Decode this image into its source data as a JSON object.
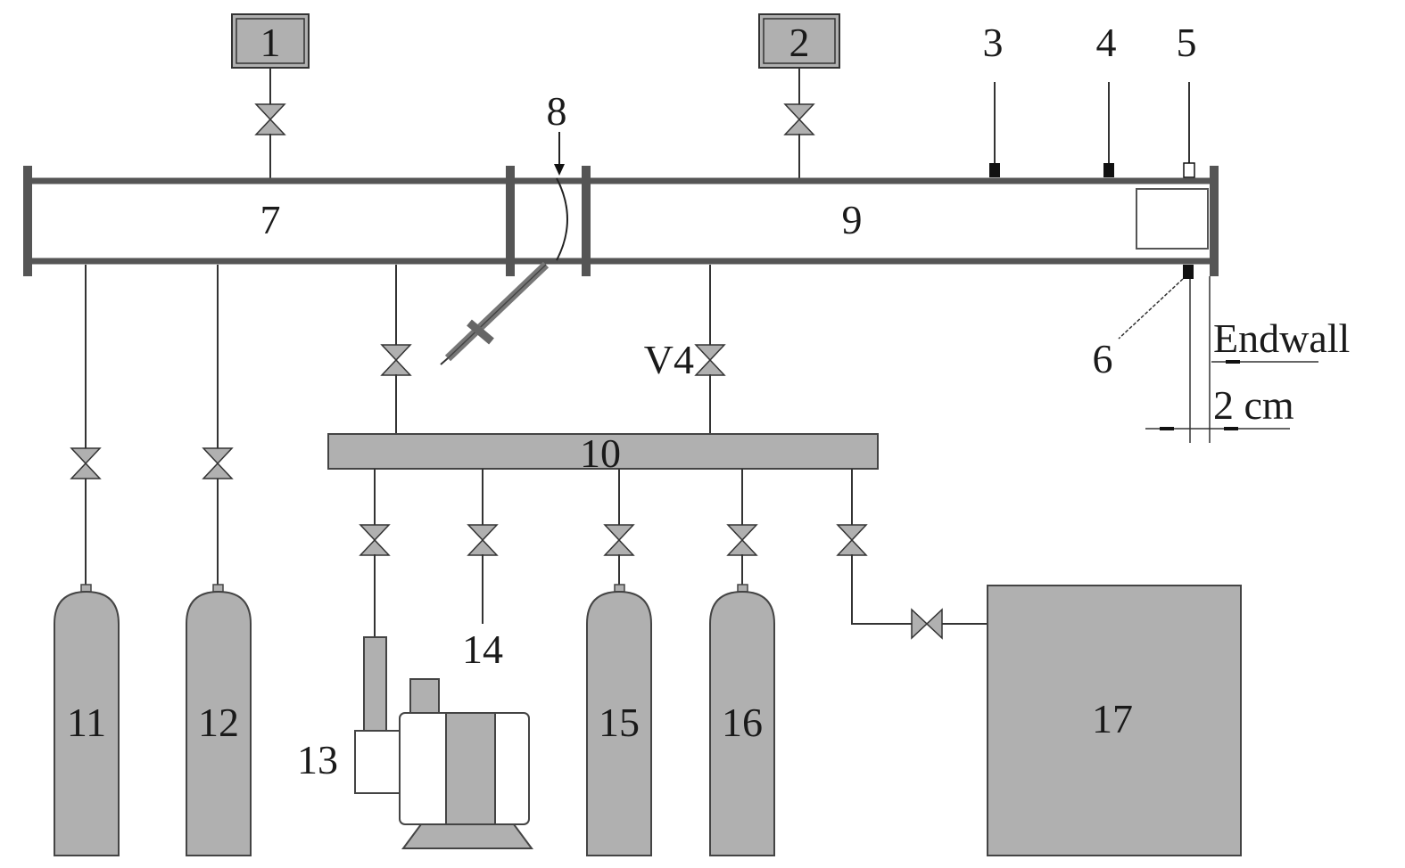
{
  "labels": {
    "c1": "1",
    "c2": "2",
    "c3": "3",
    "c4": "4",
    "c5": "5",
    "c6": "6",
    "c7": "7",
    "c8": "8",
    "c9": "9",
    "c10": "10",
    "c11": "11",
    "c12": "12",
    "c13": "13",
    "c14": "14",
    "c15": "15",
    "c16": "16",
    "c17": "17",
    "v4": "V4",
    "endwall": "Endwall",
    "distance": "2 cm"
  },
  "colors": {
    "fill": "#b0b0b0",
    "line": "#333333",
    "background": "#ffffff"
  }
}
